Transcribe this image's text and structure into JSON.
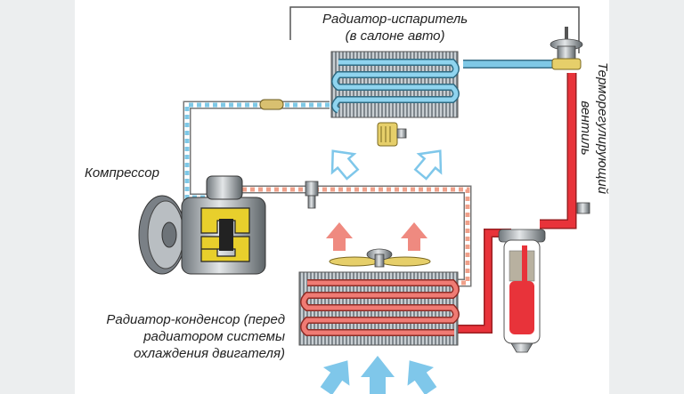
{
  "labels": {
    "evaporator": [
      "Радиатор-испаритель",
      "(в салоне авто)"
    ],
    "compressor": "Компрессор",
    "condenser": [
      "Радиатор-конденсор (перед",
      "радиатором системы",
      "охлаждения двигателя)"
    ],
    "valve": [
      "Терморегулирующий",
      "вентиль"
    ]
  },
  "colors": {
    "cold_refrigerant": "#7ec8e6",
    "hot_refrigerant": "#e8333a",
    "warm_refrigerant": "#f0a08a",
    "air_cool": "#7fc7ea",
    "air_warm": "#ef8a80",
    "fins": "#9aa3aa"
  }
}
